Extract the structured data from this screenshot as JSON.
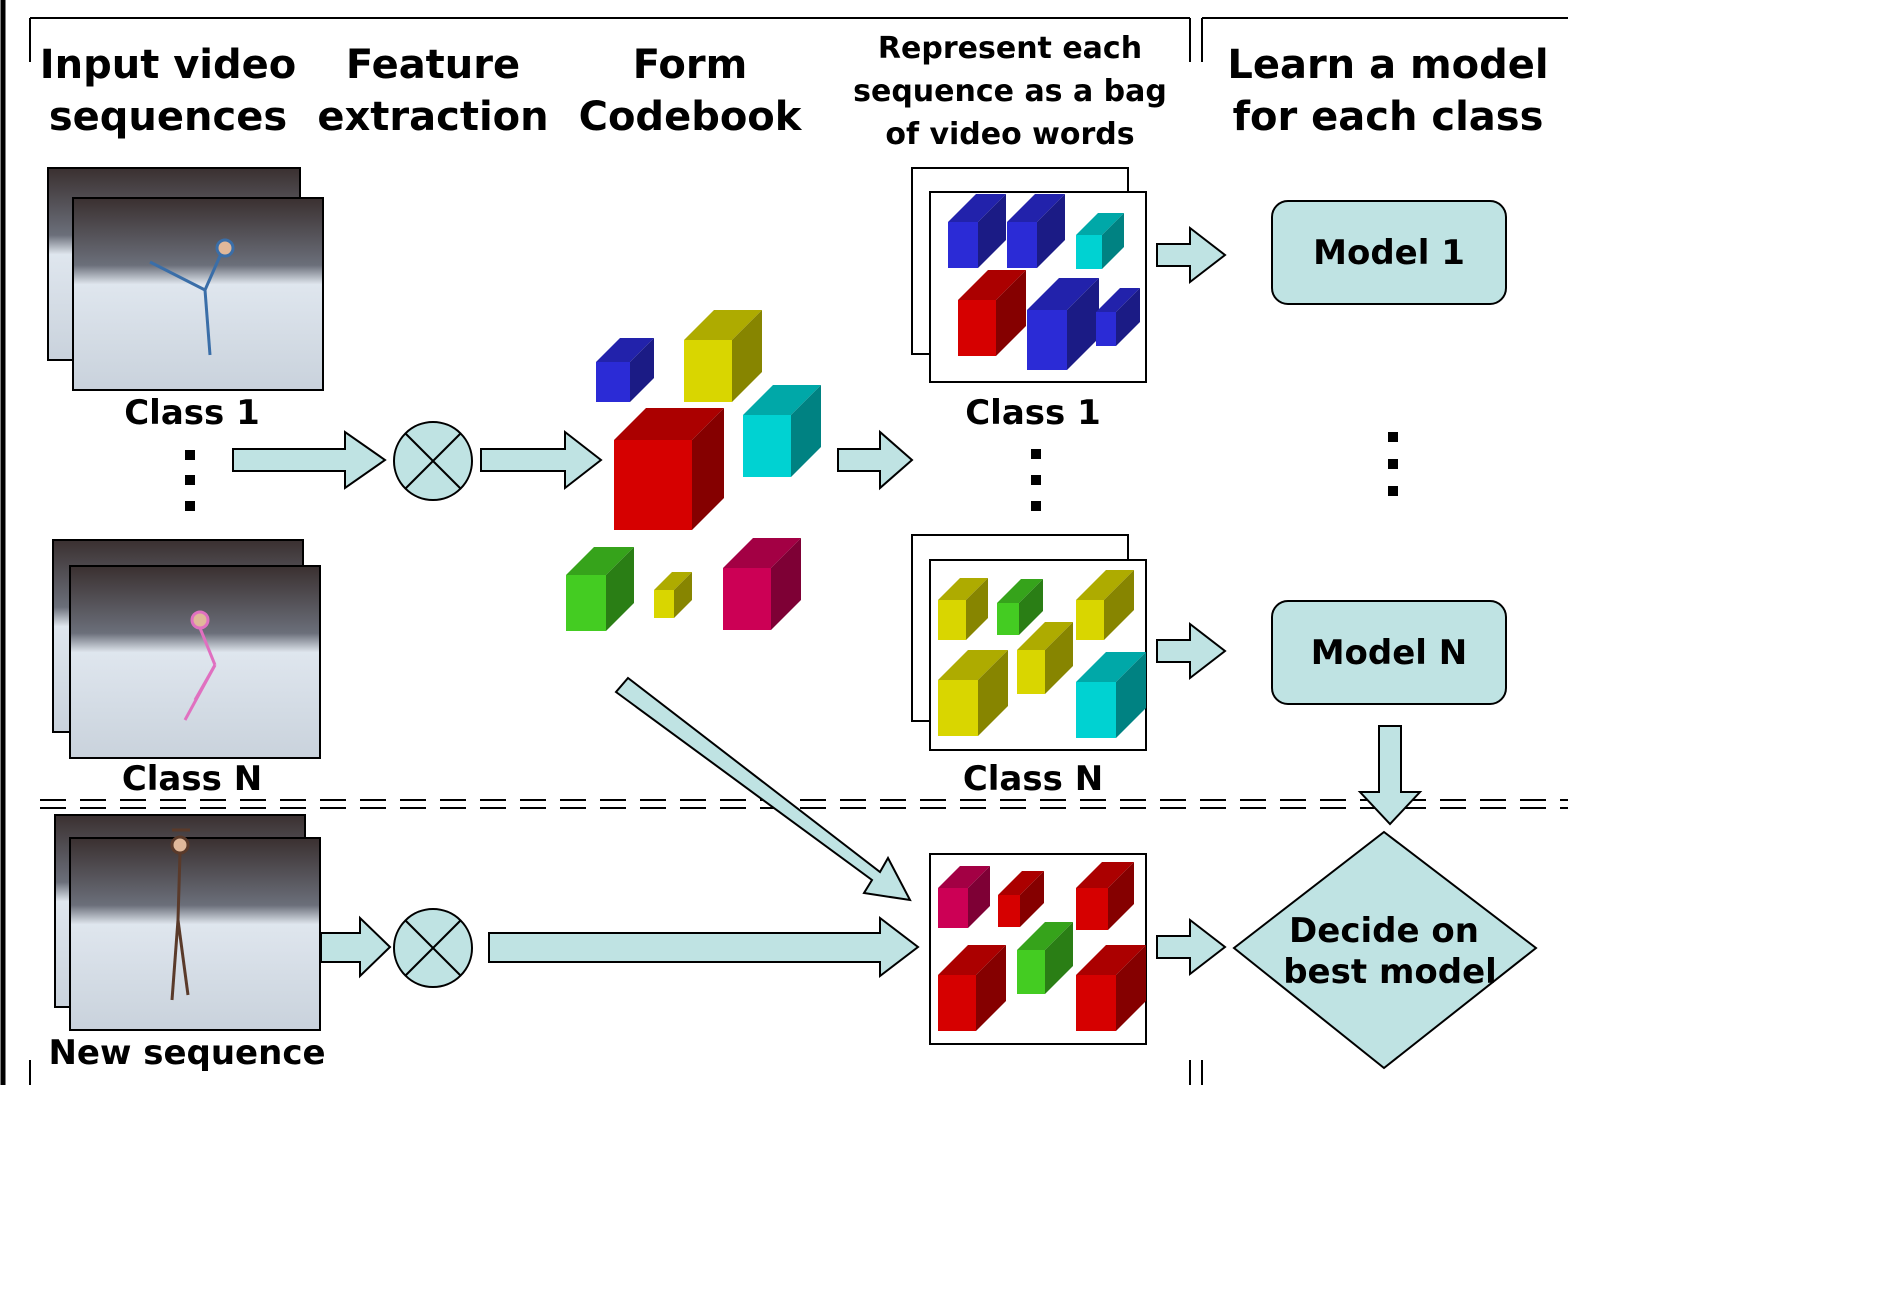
{
  "headers": {
    "input_line1": "Input video",
    "input_line2": "sequences",
    "feature_line1": "Feature",
    "feature_line2": "extraction",
    "form_line1": "Form",
    "form_line2": "Codebook",
    "represent_line1": "Represent each",
    "represent_line2": "sequence as a bag",
    "represent_line3": "of video words",
    "learn_line1": "Learn a model",
    "learn_line2": "for each class"
  },
  "labels": {
    "class_1_input": "Class 1",
    "class_n_input": "Class N",
    "new_sequence": "New sequence",
    "class_1_bag": "Class 1",
    "class_n_bag": "Class N"
  },
  "models": {
    "model_1": "Model 1",
    "model_n": "Model N"
  },
  "decision": {
    "line1": "Decide on",
    "line2": "best model"
  },
  "colors": {
    "arrow_fill": "#bfe3e3",
    "model_box_fill": "#bfe3e3",
    "cube_blue": "#2b2bd6",
    "cube_yellow": "#d9d600",
    "cube_cyan": "#00d2d2",
    "cube_red": "#d60000",
    "cube_green": "#44cc22",
    "cube_magenta": "#cc0055"
  },
  "icons": {
    "feature_operator": "circle-times-icon"
  }
}
